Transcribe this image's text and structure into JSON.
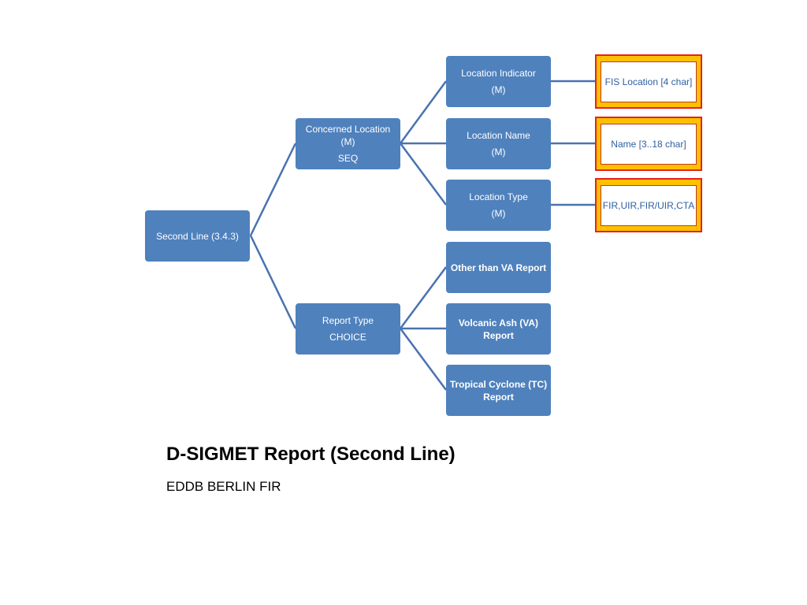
{
  "diagram": {
    "colors": {
      "node_fill": "#4f81bd",
      "connector": "#4a72b0",
      "leaf_fill": "#ffc000",
      "leaf_border": "#e8201a",
      "leaf_text": "#2e5fa0"
    },
    "root": {
      "label": "Second Line (3.4.3)"
    },
    "concerned_location": {
      "line1": "Concerned Location",
      "line2": "(M)",
      "line3": "SEQ"
    },
    "report_type": {
      "line1": "Report Type",
      "line2": "CHOICE"
    },
    "location_indicator": {
      "line1": "Location Indicator",
      "line2": "(M)"
    },
    "location_name": {
      "line1": "Location Name",
      "line2": "(M)"
    },
    "location_type": {
      "line1": "Location Type",
      "line2": "(M)"
    },
    "other_than_va": {
      "label": "Other than VA Report"
    },
    "volcanic_ash": {
      "line1": "Volcanic Ash (VA)",
      "line2": "Report"
    },
    "tropical_cyclone": {
      "line1": "Tropical Cyclone (TC)",
      "line2": "Report"
    },
    "leaf_fis_location": {
      "label": "FIS Location [4 char]"
    },
    "leaf_name": {
      "label": "Name [3..18 char]"
    },
    "leaf_type_values": {
      "label": "FIR,UIR,FIR/UIR,CTA"
    }
  },
  "caption": {
    "title": "D-SIGMET Report (Second Line)",
    "subtitle": "EDDB BERLIN FIR"
  }
}
